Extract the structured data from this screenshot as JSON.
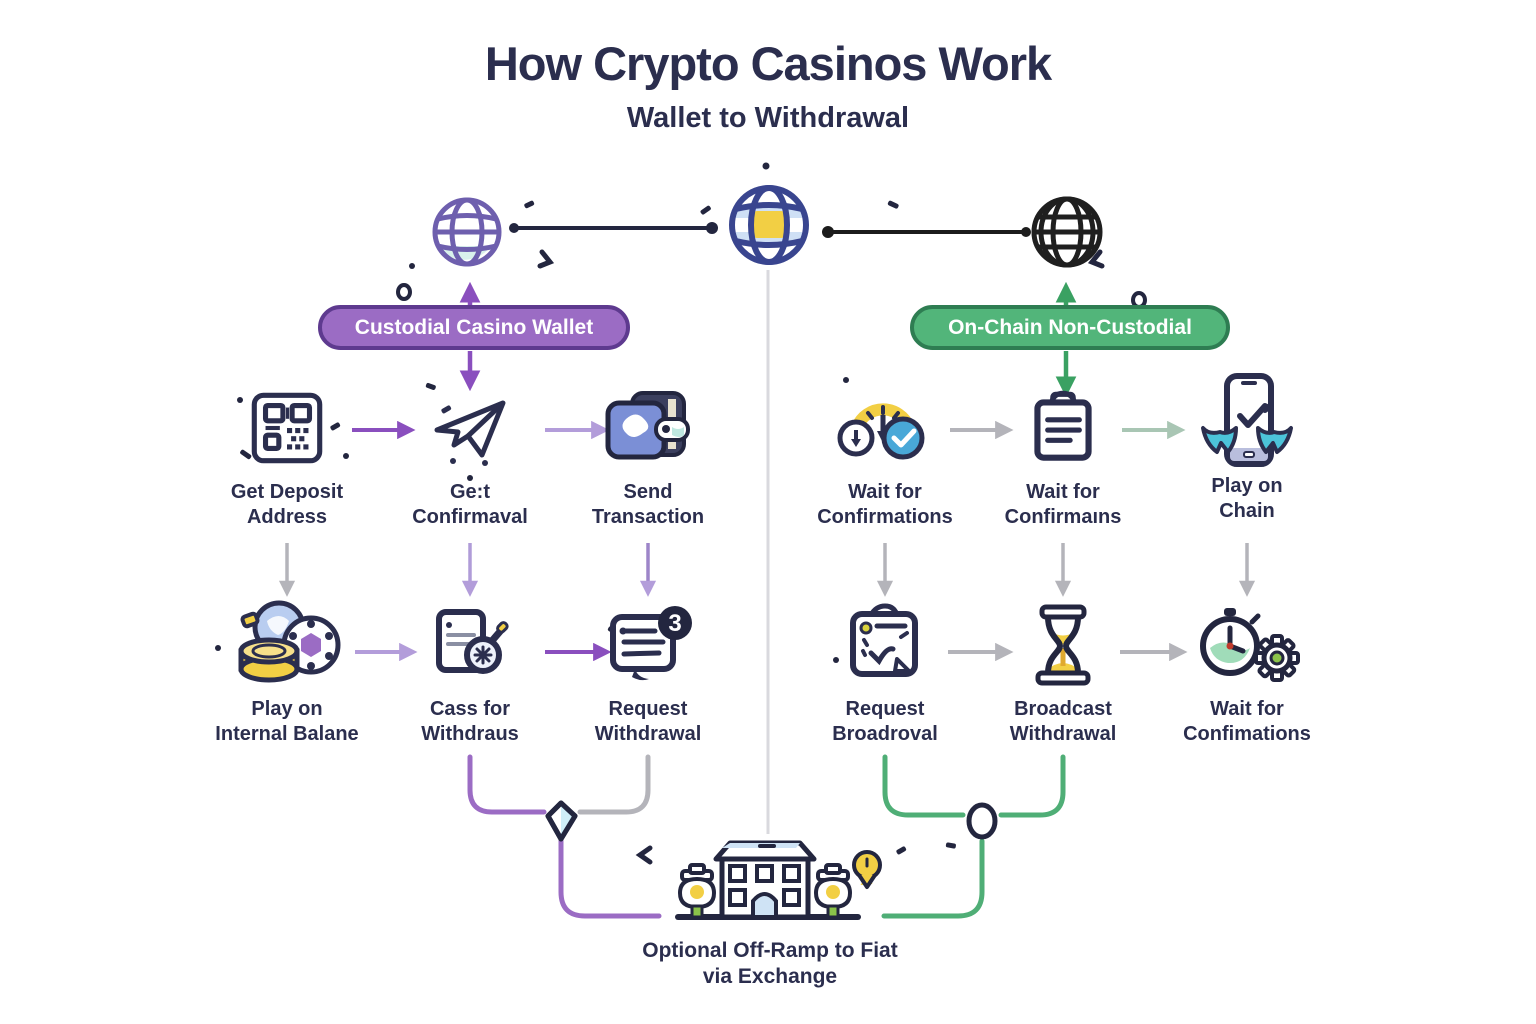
{
  "header": {
    "title": "How Crypto Casinos Work",
    "subtitle": "Wallet to Withdrawal"
  },
  "branches": {
    "custodial": {
      "label": "Custodial Casino Wallet",
      "fill": "#9b6cc4",
      "border": "#5e3a8f"
    },
    "onchain": {
      "label": "On-Chain Non-Custodial",
      "fill": "#52b57a",
      "border": "#2e7d52"
    }
  },
  "steps": [
    {
      "id": "get-deposit-address",
      "icon": "qr-code-icon",
      "label": "Get Deposit\nAddress"
    },
    {
      "id": "get-confirmaval",
      "icon": "paper-plane-icon",
      "label": "Ge:t\nConfirmaval"
    },
    {
      "id": "send-transaction",
      "icon": "wallet-icon",
      "label": "Send\nTransaction"
    },
    {
      "id": "wait-for-confirmations",
      "icon": "speedometer-clock-icon",
      "label": "Wait for\nConfirmations"
    },
    {
      "id": "wait-for-confirmains",
      "icon": "clipboard-icon",
      "label": "Wait for\nConfirmaıns"
    },
    {
      "id": "play-on-chain",
      "icon": "phone-check-icon",
      "label": "Play on\nChain"
    },
    {
      "id": "play-on-internal-balane",
      "icon": "casino-chips-icon",
      "label": "Play on\nInternal Balane"
    },
    {
      "id": "cass-for-withdraus",
      "icon": "document-magnifier-icon",
      "label": "Cass for\nWithdraus"
    },
    {
      "id": "request-withdrawal",
      "icon": "chat-badge-icon",
      "label": "Request\nWithdrawal",
      "badge": "3"
    },
    {
      "id": "request-broadroval",
      "icon": "checklist-icon",
      "label": "Request\nBroadroval"
    },
    {
      "id": "broadcast-withdrawal",
      "icon": "hourglass-icon",
      "label": "Broadcast\nWithdrawal"
    },
    {
      "id": "wait-for-confimations",
      "icon": "stopwatch-gear-icon",
      "label": "Wait for\nConfimations"
    }
  ],
  "footer": {
    "caption": "Optional Off-Ramp to Fiat\nvia Exchange"
  },
  "colors": {
    "ink": "#2b2e4e",
    "purple": "#8a4fbe",
    "lavender": "#b39dda",
    "green": "#3aa162",
    "gray": "#b4b4ba",
    "light_line": "#d9d9de",
    "yellow": "#f2cf44",
    "blue": "#7b8fd6",
    "teal": "#4cc3d9"
  }
}
